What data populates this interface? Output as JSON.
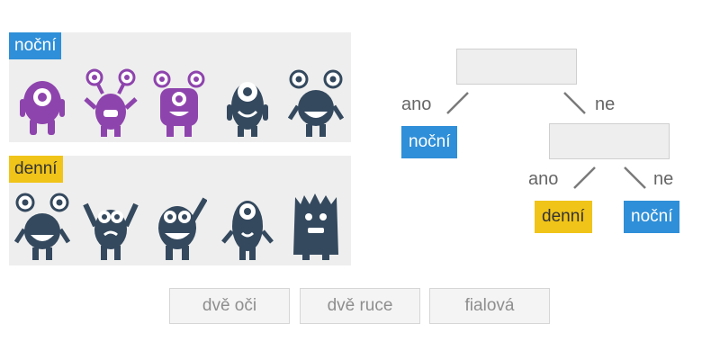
{
  "categories": {
    "night": {
      "label": "noční",
      "color": "#2f8fd8"
    },
    "day": {
      "label": "denní",
      "color": "#f0c419"
    }
  },
  "colors": {
    "purple": "#8e44ad",
    "dark": "#34495e",
    "panel": "#eeeeee"
  },
  "night_monsters": [
    {
      "name": "purple-cyclops-monster",
      "color": "purple"
    },
    {
      "name": "purple-antenna-monster",
      "color": "purple"
    },
    {
      "name": "purple-horned-monster",
      "color": "purple"
    },
    {
      "name": "dark-cyclops-monster",
      "color": "dark"
    },
    {
      "name": "dark-antenna-monster",
      "color": "dark"
    }
  ],
  "day_monsters": [
    {
      "name": "dark-antenna-monster",
      "color": "dark"
    },
    {
      "name": "dark-arms-up-monster",
      "color": "dark"
    },
    {
      "name": "dark-waving-monster",
      "color": "dark"
    },
    {
      "name": "dark-tall-monster",
      "color": "dark"
    },
    {
      "name": "dark-furry-monster",
      "color": "dark"
    }
  ],
  "tree": {
    "root": {
      "yes_label": "ano",
      "no_label": "ne"
    },
    "leaf_yes": {
      "label": "noční",
      "color": "#2f8fd8"
    },
    "sub": {
      "yes_label": "ano",
      "no_label": "ne",
      "leaf_yes": {
        "label": "denní",
        "color": "#f0c419"
      },
      "leaf_no": {
        "label": "noční",
        "color": "#2f8fd8"
      }
    }
  },
  "attributes": [
    {
      "label": "dvě oči"
    },
    {
      "label": "dvě ruce"
    },
    {
      "label": "fialová"
    }
  ]
}
